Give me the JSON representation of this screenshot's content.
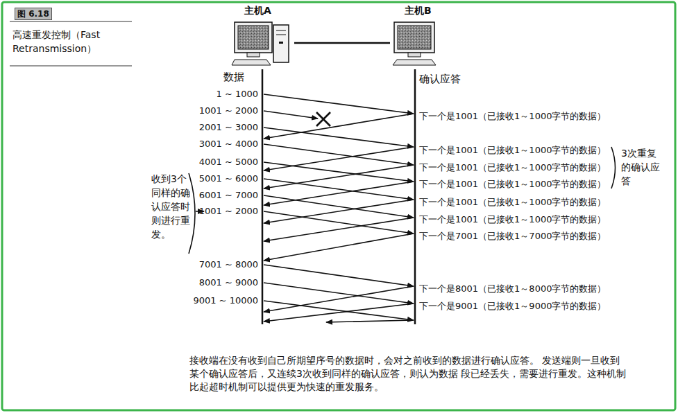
{
  "diagram": {
    "title": "高速重发控制（Fast Retransmission）",
    "caption": "接收端在没有收到自己所期望序号的数据时，会对之前收到的数据进行确认应答。 发送端则一旦收到某个确认应答后，又连续3次收到同样的确认应答，则认为数据 段已经丢失，需要进行重发。这种机制比起超时机制可以提供更为快速的重发服务。",
    "nodes": [
      {
        "text": [
          "主机A"
        ]
      },
      {
        "text": [
          "主机B"
        ]
      }
    ],
    "edges": [
      {
        "from": 0,
        "to": 1,
        "arrow": "none"
      }
    ],
    "labels": [
      "图 6.18",
      "数据",
      "确认应答",
      "1 ~ 1000",
      "1001 ~ 2000",
      "2001 ~ 3000",
      "3001 ~ 4000",
      "4001 ~ 5000",
      "5001 ~ 6000",
      "6001 ~ 7000",
      "1001 ~ 2000",
      "7001 ~ 8000",
      "8001 ~ 9000",
      "9001 ~ 10000",
      "下一个是1001（已接收1～1000字节的数据）",
      "下一个是1001（已接收1～1000字节的数据）",
      "下一个是1001（已接收1～1000字节的数据）",
      "下一个是1001（已接收1～1000字节的数据）",
      "下一个是1001（已接收1～1000字节的数据）",
      "下一个是1001（已接收1～1000字节的数据）",
      "下一个是7001（已接收1～7000字节的数据）",
      "下一个是8001（已接收1～8000字节的数据）",
      "下一个是9001（已接收1～9000字节的数据）",
      "3次重复的确认应答",
      "收到3个同样的确认应答时则进行重发。"
    ]
  }
}
